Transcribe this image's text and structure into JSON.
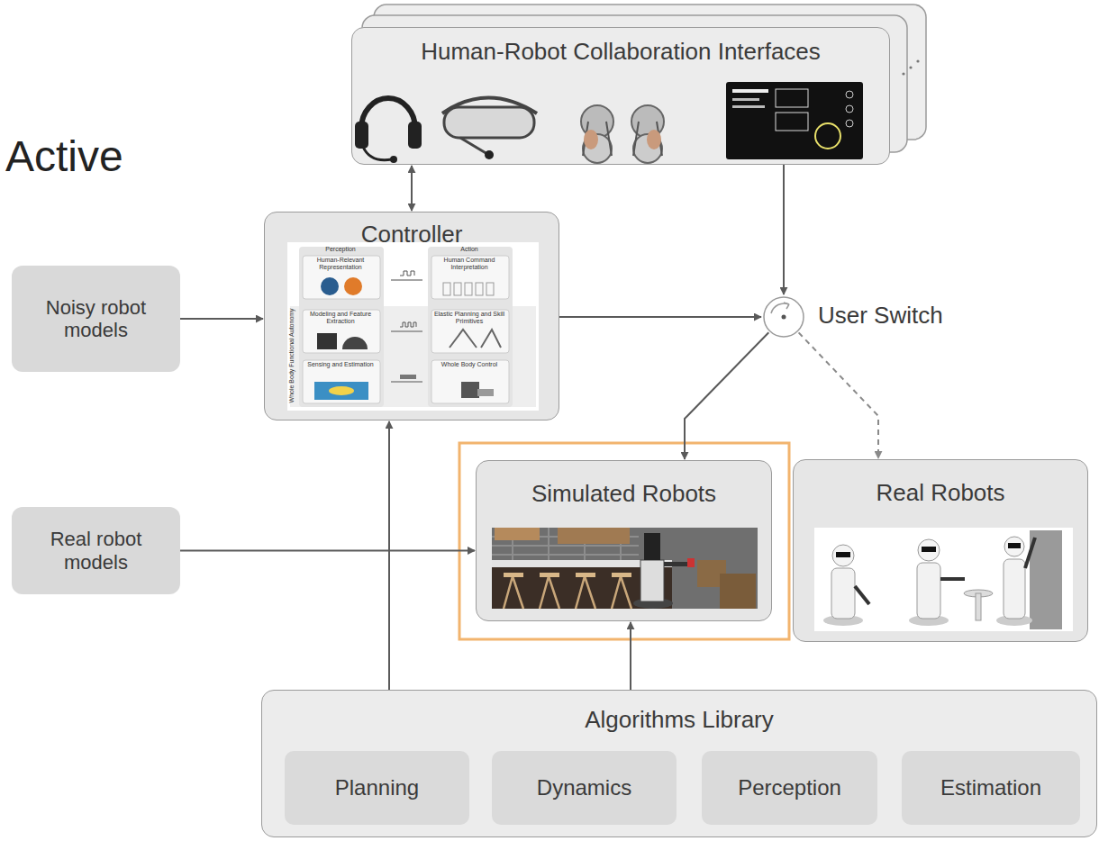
{
  "diagram": {
    "nodes": [
      {
        "text": [
          "Human-Robot Collaboration Interfaces"
        ]
      },
      {
        "text": [
          "Controller"
        ]
      },
      {
        "text": [
          "Noisy robot models"
        ]
      },
      {
        "text": [
          "User Switch"
        ]
      },
      {
        "text": [
          "Real robot models"
        ]
      },
      {
        "text": [
          "Simulated Robots"
        ]
      },
      {
        "text": [
          "Real Robots"
        ]
      },
      {
        "text": [
          "Algorithms Library"
        ]
      },
      {
        "text": [
          "Planning"
        ],
        "in": 7
      },
      {
        "text": [
          "Dynamics"
        ],
        "in": 7
      },
      {
        "text": [
          "Perception"
        ],
        "in": 7
      },
      {
        "text": [
          "Estimation"
        ],
        "in": 7
      }
    ],
    "edges": [
      {
        "from": 0,
        "to": 1,
        "arrow": "both"
      },
      {
        "from": 0,
        "to": 3,
        "arrow": "to"
      },
      {
        "from": 2,
        "to": 1,
        "arrow": "to"
      },
      {
        "from": 1,
        "to": 3,
        "arrow": "to"
      },
      {
        "from": 3,
        "to": 5,
        "arrow": "to"
      },
      {
        "from": 3,
        "to": 6,
        "arrow": "to"
      },
      {
        "from": 4,
        "to": 5,
        "arrow": "to"
      },
      {
        "from": 7,
        "to": 1,
        "arrow": "to"
      },
      {
        "from": 7,
        "to": 5,
        "arrow": "to"
      }
    ],
    "labels": [
      "Active",
      "Perception",
      "Human-Relevant Representation",
      "Action",
      "Human Command Interpretation",
      "Modeling and Feature Extraction",
      "Elastic Planning and Skill Primitives",
      "Sensing and Estimation",
      "Whole Body Control",
      "Whole Body Functional Autonomy"
    ]
  }
}
